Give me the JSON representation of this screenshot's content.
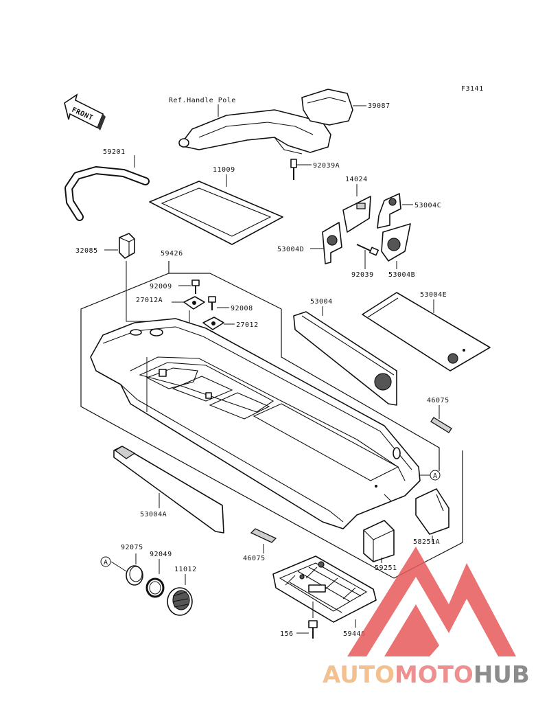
{
  "figure_code": "F3141",
  "ref_handle_pole": "Ref.Handle Pole",
  "front_label": "FRONT",
  "callout_symbol": "A",
  "parts": {
    "p39087": "39087",
    "p92039a": "92039A",
    "p59201": "59201",
    "p11009": "11009",
    "p14024": "14024",
    "p53004c": "53004C",
    "p53004d": "53004D",
    "p92039": "92039",
    "p53004b": "53004B",
    "p32085": "32085",
    "p59426": "59426",
    "p92009": "92009",
    "p27012a": "27012A",
    "p92008": "92008",
    "p27012": "27012",
    "p53004": "53004",
    "p53004e": "53004E",
    "p46075a": "46075",
    "p53004a": "53004A",
    "p58251a": "58251A",
    "p92075": "92075",
    "p92049": "92049",
    "p11012": "11012",
    "p46075b": "46075",
    "p59251": "59251",
    "p156": "156",
    "p59446": "59446"
  },
  "watermark": {
    "part1": "AUTO",
    "part2": "MOTO",
    "part3": "HUB",
    "color1": "#f3c08f",
    "color2": "#ef9090",
    "color3": "#8c8c8c",
    "logo_color": "#e85a5a"
  }
}
